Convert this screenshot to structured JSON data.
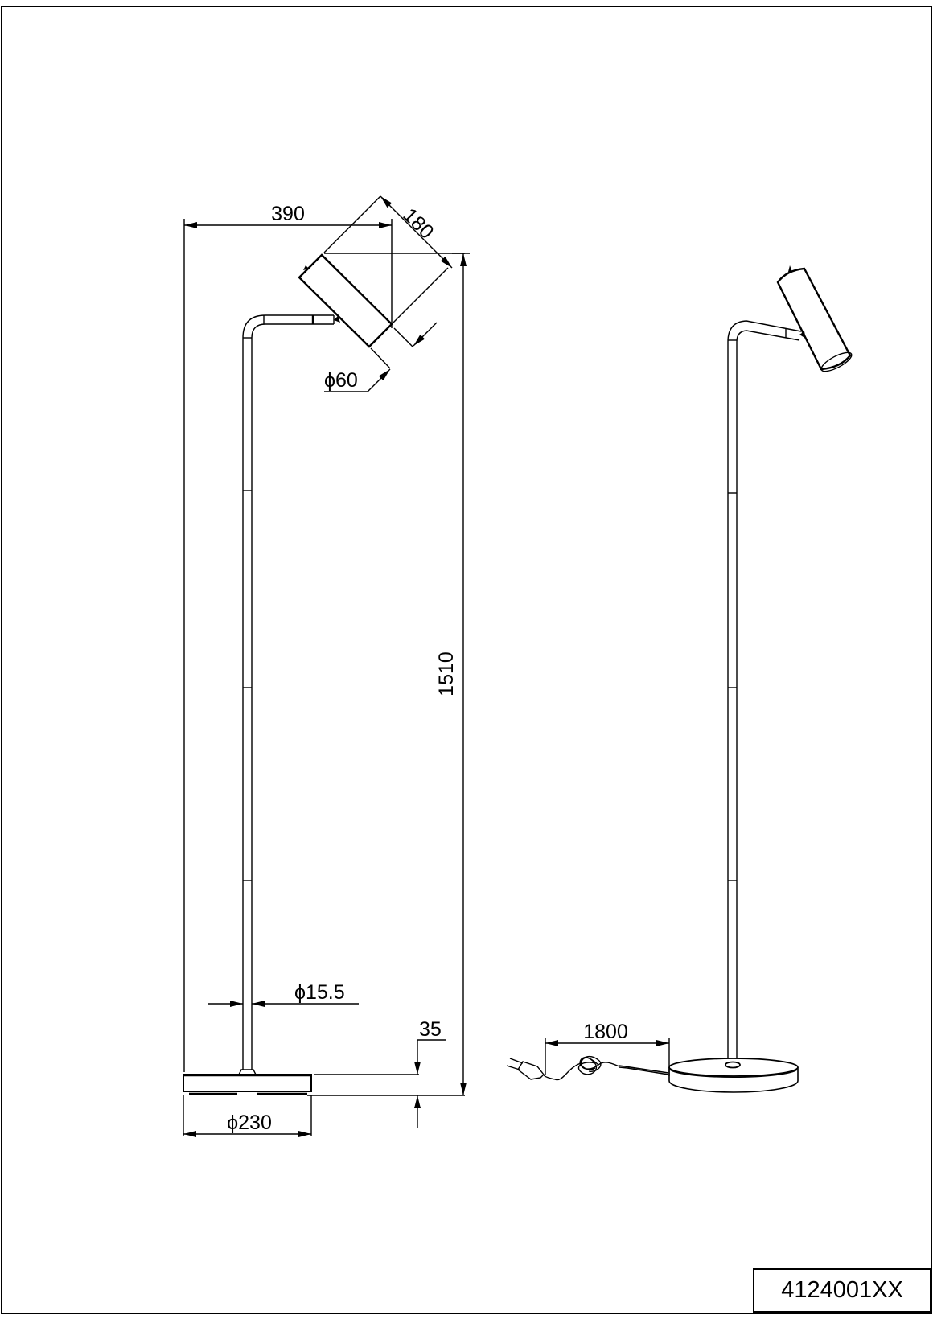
{
  "drawing": {
    "type": "technical-dimension-drawing",
    "subject": "floor lamp",
    "units_note": "",
    "product_code": "4124001XX"
  },
  "dimensions": {
    "arm_reach": "390",
    "head_length": "180",
    "head_diameter": "ϕ60",
    "total_height": "1510",
    "stem_diameter": "ϕ15.5",
    "base_height": "35",
    "base_diameter": "ϕ230",
    "cable_length": "1800"
  },
  "colors": {
    "line": "#000000",
    "background": "#ffffff"
  }
}
